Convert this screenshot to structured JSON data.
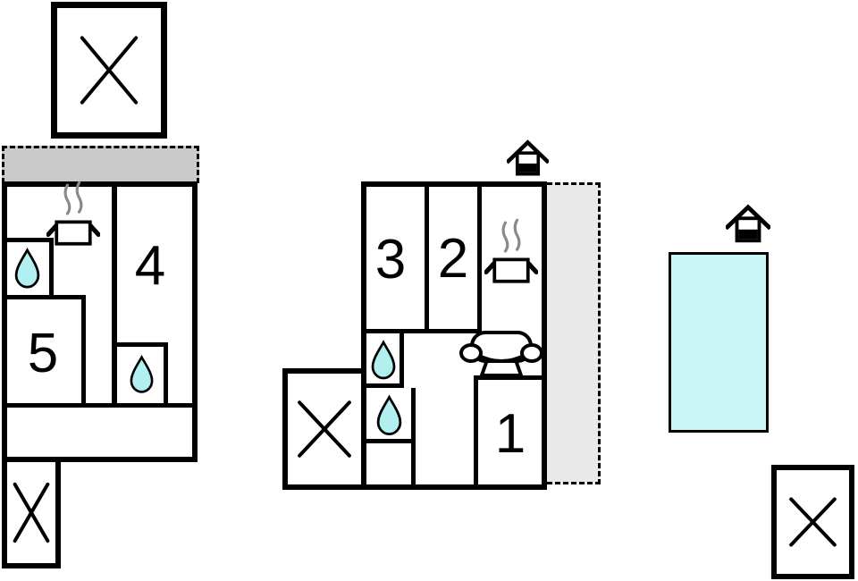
{
  "plan": {
    "type": "holiday-home floor plan",
    "background": "#ffffff"
  },
  "rooms": {
    "room1": "1",
    "room2": "2",
    "room3": "3",
    "room4": "4",
    "room5": "5"
  },
  "colors": {
    "wall": "#000000",
    "steam": "#8a8a8a",
    "carport_fill": "#c9c9c9",
    "patio_fill": "#e9e9e9",
    "water_fill": "#b2efef",
    "pool_fill": "#c9f7f8"
  },
  "icons": [
    {
      "name": "cross-icon",
      "count": 4
    },
    {
      "name": "water-drop-icon",
      "count": 4
    },
    {
      "name": "stove-icon",
      "count": 2
    },
    {
      "name": "chimney-icon",
      "count": 2
    },
    {
      "name": "sofa-icon",
      "count": 1
    }
  ]
}
